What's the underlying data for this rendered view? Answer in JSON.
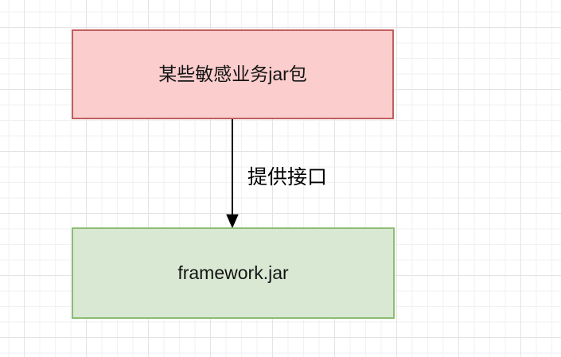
{
  "canvas": {
    "background": "#ffffff",
    "grid_minor_color": "#f2f2f4",
    "grid_major_color": "#e4e4e7"
  },
  "diagram": {
    "nodes": [
      {
        "id": "sensitive-business-jar",
        "label": "某些敏感业务jar包",
        "fill": "#fbcdcd",
        "stroke": "#c0605e"
      },
      {
        "id": "framework-jar",
        "label": "framework.jar",
        "fill": "#d9e8d3",
        "stroke": "#8bbd72"
      }
    ],
    "edges": [
      {
        "from": "sensitive-business-jar",
        "to": "framework-jar",
        "label": "提供接口",
        "color": "#000000"
      }
    ]
  }
}
